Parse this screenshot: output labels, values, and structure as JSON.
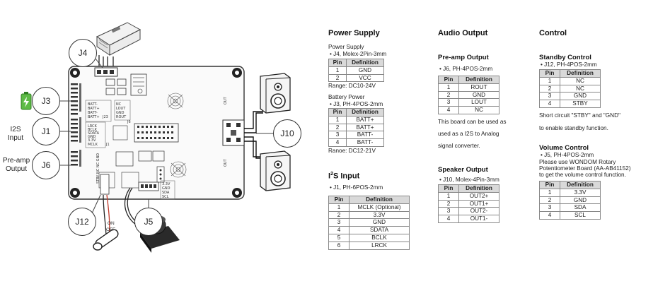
{
  "diagram": {
    "labels": {
      "j4": "J4",
      "j3": "J3",
      "j1": "J1",
      "j6": "J6",
      "j10": "J10",
      "j12": "J12",
      "j5": "J5"
    },
    "side_labels": {
      "i2s_input": "I2S\nInput",
      "preamp_output": "Pre-amp\nOutput"
    },
    "board_text": {
      "batt_group": [
        "BATT-",
        "BATT+",
        "BATT-",
        "BATT+"
      ],
      "j23": "J23",
      "out_group": [
        "NC",
        "LOUT",
        "GND",
        "ROUT"
      ],
      "j6": "J6",
      "i2s_group": [
        "LRCK",
        "BCLK",
        "SDATA",
        "GND",
        "3.3V",
        "MCLK"
      ],
      "j1": "J1",
      "j5_group": [
        "3.3V",
        "GND",
        "SDA",
        "SCL"
      ],
      "j12_group": "STBY NC NC GND",
      "switch_text": [
        "ON",
        "OFF"
      ],
      "out_left": "OUT",
      "out_right": "OUT",
      "spk_signs": [
        "+",
        "-"
      ]
    }
  },
  "power_supply": {
    "title": "Power Supply",
    "sub": "Power Supply",
    "bullet": "• J4, Molex-2Pin-3mm",
    "table": {
      "headers": [
        "Pin",
        "Definition"
      ],
      "rows": [
        [
          "1",
          "GND"
        ],
        [
          "2",
          "VCC"
        ]
      ]
    },
    "range": "Range: DC10-24V",
    "battery_sub": "Battery Power",
    "battery_bullet": "• J3, PH-4POS-2mm",
    "battery_table": {
      "headers": [
        "Pin",
        "Definition"
      ],
      "rows": [
        [
          "1",
          "BATT+"
        ],
        [
          "2",
          "BATT+"
        ],
        [
          "3",
          "BATT-"
        ],
        [
          "4",
          "BATT-"
        ]
      ]
    },
    "battery_range": "Ranoe: DC12-21V"
  },
  "i2s_input": {
    "title_main": "I",
    "title_sup": "2",
    "title_rest": "S Input",
    "bullet": "• J1, PH-6POS-2mm",
    "table": {
      "headers": [
        "Pin",
        "Definition"
      ],
      "rows": [
        [
          "1",
          "MCLK (Optional)"
        ],
        [
          "2",
          "3.3V"
        ],
        [
          "3",
          "GND"
        ],
        [
          "4",
          "SDATA"
        ],
        [
          "5",
          "BCLK"
        ],
        [
          "6",
          "LRCK"
        ]
      ]
    }
  },
  "audio_output": {
    "title": "Audio Output",
    "preamp_title": "Pre-amp Output",
    "preamp_bullet": "• J6, PH-4POS-2mm",
    "preamp_table": {
      "headers": [
        "Pin",
        "Definition"
      ],
      "rows": [
        [
          "1",
          "ROUT"
        ],
        [
          "2",
          "GND"
        ],
        [
          "3",
          "LOUT"
        ],
        [
          "4",
          "NC"
        ]
      ]
    },
    "note_lines": [
      "This board can be used as",
      "used as a I2S to Analog",
      "signal converter."
    ],
    "speaker_title": "Speaker Output",
    "speaker_bullet": "• J10, Molex-4Pin-3mm",
    "speaker_table": {
      "headers": [
        "Pin",
        "Definition"
      ],
      "rows": [
        [
          "1",
          "OUT2+"
        ],
        [
          "2",
          "OUT1+"
        ],
        [
          "3",
          "OUT2-"
        ],
        [
          "4",
          "OUT1-"
        ]
      ]
    }
  },
  "control": {
    "title": "Control",
    "standby_title": "Standby Control",
    "standby_bullet": "• J12, PH-4POS-2mm",
    "standby_table": {
      "headers": [
        "Pin",
        "Definition"
      ],
      "rows": [
        [
          "1",
          "NC"
        ],
        [
          "2",
          "NC"
        ],
        [
          "3",
          "GND"
        ],
        [
          "4",
          "STBY"
        ]
      ]
    },
    "standby_note": [
      "Short circuit \"STBY\" and \"GND\"",
      "to enable standby function."
    ],
    "volume_title": "Volume Control",
    "volume_lines": [
      "• J5, PH-4POS-2mm",
      "Please use WONDOM Rotary",
      "Potentiometer Board (AA-AB41152)",
      "to get the volume control function."
    ],
    "volume_table": {
      "headers": [
        "Pin",
        "Definition"
      ],
      "rows": [
        [
          "1",
          "3.3V"
        ],
        [
          "2",
          "GND"
        ],
        [
          "3",
          "SDA"
        ],
        [
          "4",
          "SCL"
        ]
      ]
    }
  }
}
